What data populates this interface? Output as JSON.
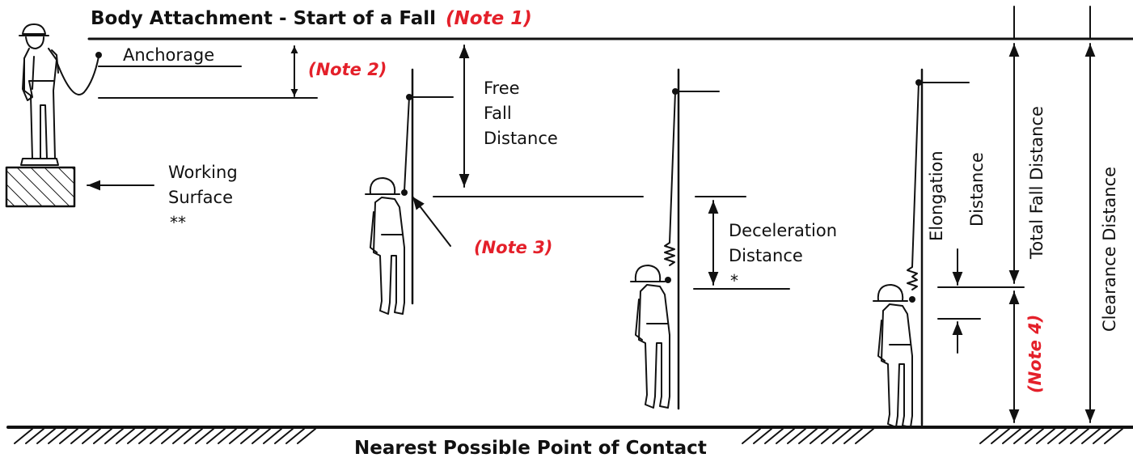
{
  "title": {
    "main": "Body Attachment - Start of a Fall",
    "note": "(Note 1)"
  },
  "labels": {
    "anchorage": "Anchorage",
    "working_surface": [
      "Working",
      "Surface"
    ],
    "working_surface_mark": "**",
    "free_fall_distance": [
      "Free",
      "Fall",
      "Distance"
    ],
    "deceleration_distance": [
      "Deceleration",
      "Distance"
    ],
    "deceleration_mark": "*",
    "elongation_distance": [
      "Elongation",
      "Distance"
    ],
    "total_fall_distance": "Total Fall Distance",
    "clearance_distance": "Clearance Distance",
    "nearest_contact": "Nearest Possible Point of Contact"
  },
  "notes": {
    "note2": "(Note 2)",
    "note3": "(Note 3)",
    "note4": "(Note 4)"
  },
  "colors": {
    "ink": "#111111",
    "note": "#e4202a",
    "background": "#ffffff"
  }
}
